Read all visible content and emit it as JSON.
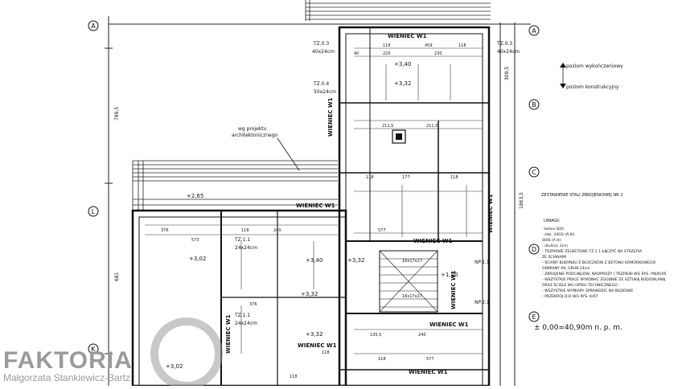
{
  "axes": {
    "left": [
      "A",
      "L",
      "K"
    ],
    "right": [
      "A",
      "B",
      "C",
      "D",
      "E"
    ]
  },
  "level_legend": {
    "finished": "poziom wykończeniowy",
    "structural": "poziom konstrukcyjny"
  },
  "reference_level": "± 0,00=40,90m n. p. m.",
  "schedule_title": "ZESTAWIENIE STALI ZBROJENIOWEJ NR 2",
  "notes": {
    "title": "UWAGI:",
    "lines": [
      "- beton B20",
      "- stal: 34GS (A-III)",
      "  St0S (A-0)",
      "- otulina: 2cm",
      "- TRZPIENIE ŻELBETOWE TZ.1.1 ŁĄCZYĆ NA STRZĘPIA",
      "  ZE ŚCIANAMI",
      "- ŚCIANY BUDYNKU Z BLOCZKÓW Z BETONU KOMÓRKOWEGO",
      "  ODMIANY 09, GRUB.24cm",
      "- ZBROJENIE PODCIĄGÓW, NADPROŻY I TRZPIENI WG RYS. PW/K/05",
      "- WSZYSTKIE PRACE WYKONAĆ ZGODNIE ZE SZTUKĄ BUDOWLANĄ",
      "  ORAZ ŚCIŚLE WG OPISU TECHNICZNEGO",
      "- WSZYSTKIE WYMIARY SPRAWDZIĆ NA BUDOWIE",
      "- PRZEKRÓJ D-D WG RYS. K/07"
    ]
  },
  "callouts": {
    "architectural": [
      "wg projektu",
      "architektonicznego"
    ]
  },
  "ring_beam_label": "WIENIEC W1",
  "elements": {
    "tz03": "TZ.0.3",
    "tz04": "TZ.0.4",
    "tz11": "TZ.1.1",
    "tz11b": "TZ.1.1",
    "np11": "NP.1.1",
    "np21": "NP.2.1",
    "section": "24x24cm",
    "section40": "40x24cm",
    "section50": "50x24cm"
  },
  "levels": {
    "l340": "+3,40",
    "l332": "+3,32",
    "l265": "+2,65",
    "l302": "+3,02",
    "l340b": "+3,40",
    "l332b": "+3,32",
    "l332c": "+3,32",
    "l120": "+1,20",
    "l332d": "+3,32",
    "l302b": "+3,02"
  },
  "stair": {
    "s1": "16x17x27",
    "s2": "16x17x27"
  },
  "watermark": {
    "name": "FAKTORIA",
    "person": "Małgorzata Stankiewicz-Bartz"
  }
}
